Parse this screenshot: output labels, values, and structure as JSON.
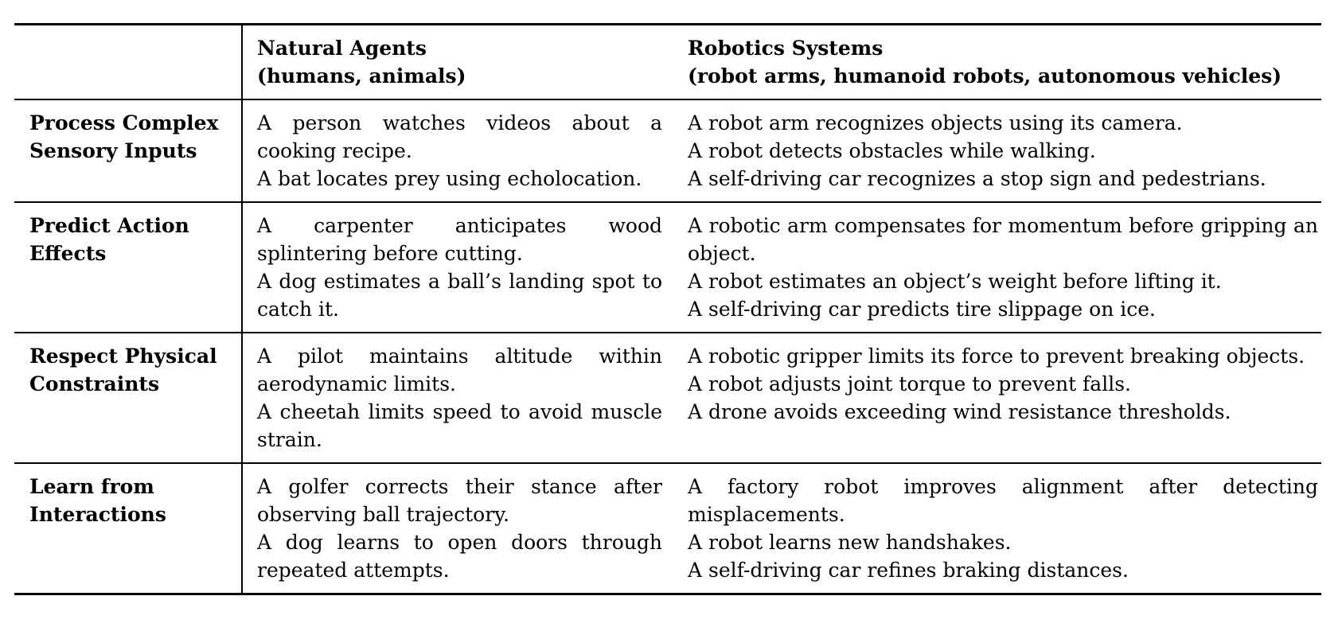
{
  "colors": {
    "background": "#ffffff",
    "text": "#000000",
    "rule": "#000000"
  },
  "table": {
    "columns": [
      {
        "title": "",
        "subtitle": ""
      },
      {
        "title": "Natural Agents",
        "subtitle": "(humans, animals)"
      },
      {
        "title": "Robotics Systems",
        "subtitle": "(robot arms, humanoid robots, autonomous vehicles)"
      }
    ],
    "rows": [
      {
        "capability": "Process Complex Sensory Inputs",
        "natural_agents": [
          "A person watches videos about a cooking recipe.",
          "A bat locates prey using echolocation."
        ],
        "robotics_systems": [
          "A robot arm recognizes objects using its camera.",
          "A robot detects obstacles while walking.",
          "A self-driving car recognizes a stop sign and pedestrians."
        ]
      },
      {
        "capability": "Predict Action Effects",
        "natural_agents": [
          "A carpenter anticipates wood splintering before cutting.",
          "A dog estimates a ball’s landing spot to catch it."
        ],
        "robotics_systems": [
          "A robotic arm compensates for momentum before gripping an object.",
          "A robot estimates an object’s weight before lifting it.",
          "A self-driving car predicts tire slippage on ice."
        ]
      },
      {
        "capability": "Respect Physical Constraints",
        "natural_agents": [
          "A pilot maintains altitude within aerodynamic limits.",
          "A cheetah limits speed to avoid muscle strain."
        ],
        "robotics_systems": [
          "A robotic gripper limits its force to prevent breaking objects.",
          "A robot adjusts joint torque to prevent falls.",
          "A drone avoids exceeding wind resistance thresholds."
        ]
      },
      {
        "capability": "Learn from Interactions",
        "natural_agents": [
          "A golfer corrects their stance after observing ball trajectory.",
          "A dog learns to open doors through repeated attempts."
        ],
        "robotics_systems": [
          "A factory robot improves alignment after detecting misplacements.",
          "A robot learns new handshakes.",
          "A self-driving car refines braking distances."
        ]
      }
    ]
  }
}
